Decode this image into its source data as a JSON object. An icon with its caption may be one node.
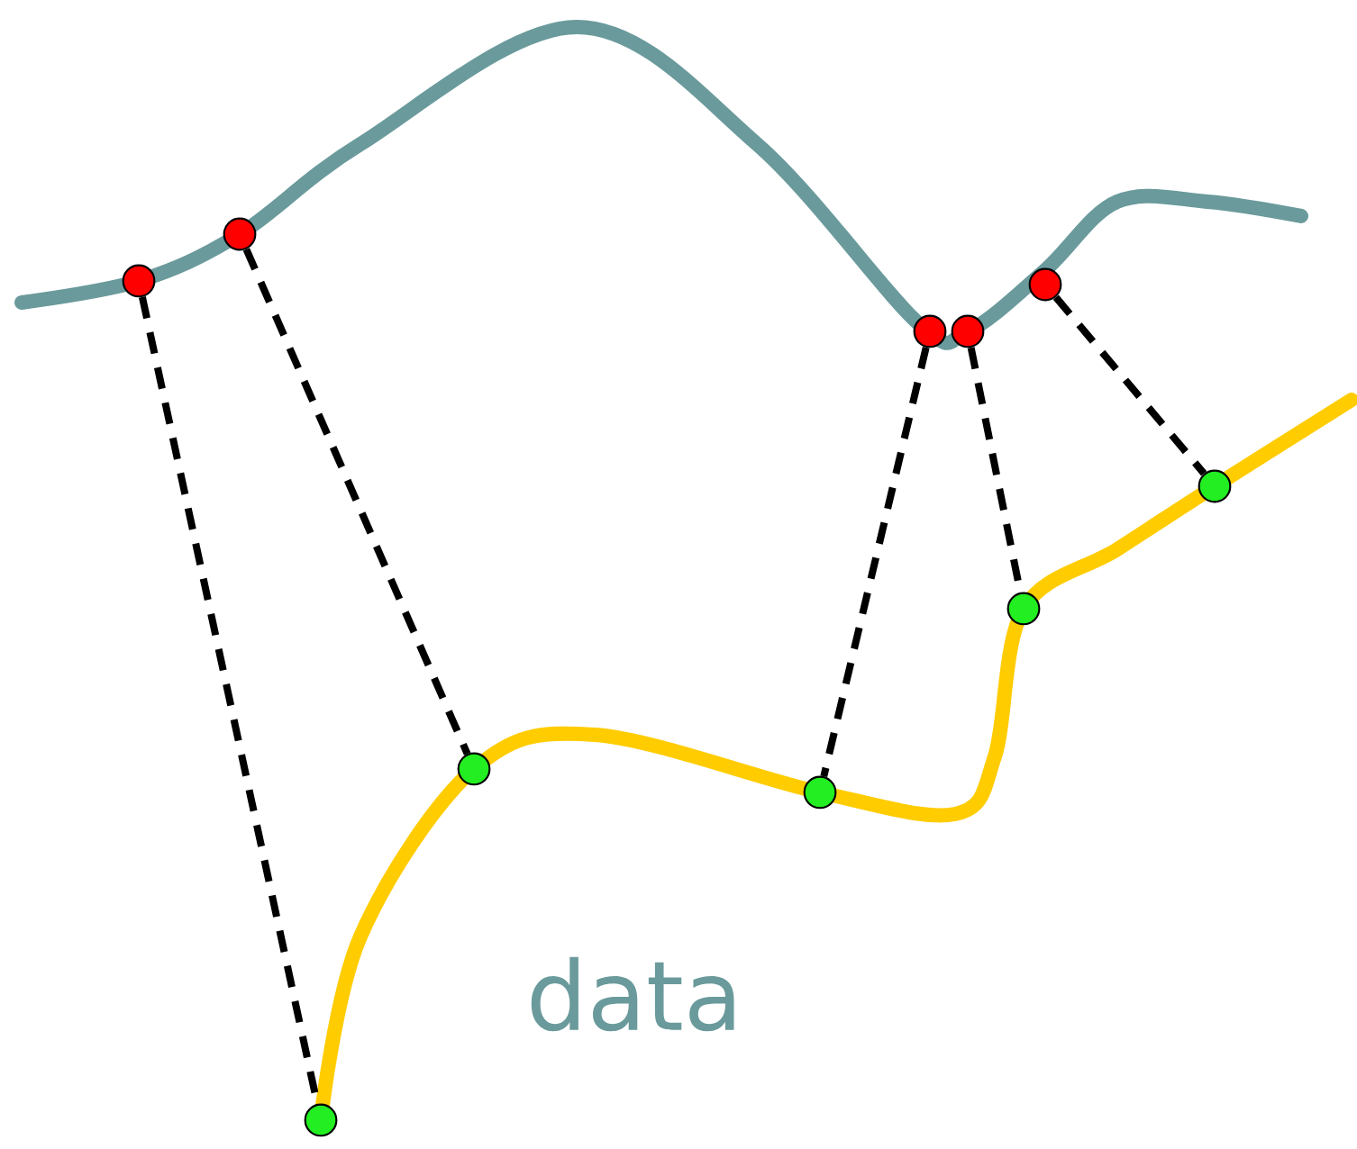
{
  "diagram": {
    "nodes": [
      {
        "text": [],
        "shape": "circle"
      },
      {
        "text": [],
        "shape": "circle"
      },
      {
        "text": [],
        "shape": "circle"
      },
      {
        "text": [],
        "shape": "circle"
      },
      {
        "text": [],
        "shape": "circle"
      },
      {
        "text": [],
        "shape": "circle"
      },
      {
        "text": [],
        "shape": "circle"
      },
      {
        "text": [],
        "shape": "circle"
      },
      {
        "text": [],
        "shape": "circle"
      },
      {
        "text": [],
        "shape": "circle"
      }
    ],
    "edges": [
      {
        "from": 0,
        "to": 5,
        "arrow": "none",
        "style": "dashed"
      },
      {
        "from": 1,
        "to": 6,
        "arrow": "none",
        "style": "dashed"
      },
      {
        "from": 2,
        "to": 7,
        "arrow": "none",
        "style": "dashed"
      },
      {
        "from": 3,
        "to": 8,
        "arrow": "none",
        "style": "dashed"
      },
      {
        "from": 4,
        "to": 9,
        "arrow": "none",
        "style": "dashed"
      }
    ],
    "labels": [
      "data"
    ]
  }
}
